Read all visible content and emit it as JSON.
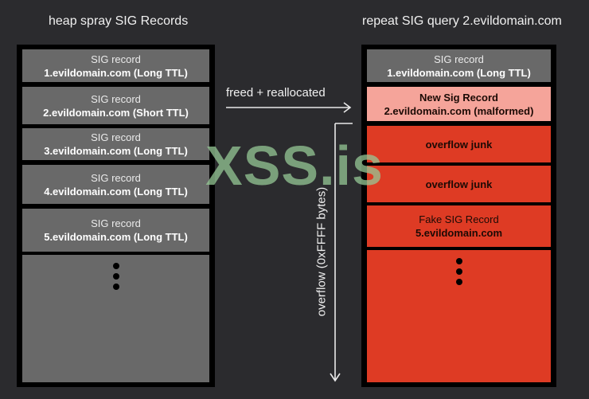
{
  "left": {
    "title": "heap spray SIG Records",
    "records": [
      {
        "line1": "SIG record",
        "line2": "1.evildomain.com (Long TTL)"
      },
      {
        "line1": "SIG record",
        "line2": "2.evildomain.com (Short TTL)"
      },
      {
        "line1": "SIG record",
        "line2": "3.evildomain.com (Long TTL)"
      },
      {
        "line1": "SIG record",
        "line2": "4.evildomain.com (Long TTL)"
      },
      {
        "line1": "SIG record",
        "line2": "5.evildomain.com (Long TTL)"
      }
    ]
  },
  "right": {
    "title": "repeat SIG query 2.evildomain.com",
    "record1": {
      "line1": "SIG record",
      "line2": "1.evildomain.com (Long TTL)"
    },
    "new_record": {
      "line1": "New Sig Record",
      "line2": "2.evildomain.com (malformed)"
    },
    "junk1": "overflow junk",
    "junk2": "overflow junk",
    "fake": {
      "line1": "Fake SIG Record",
      "line2": "5.evildomain.com"
    }
  },
  "arrows": {
    "realloc_label": "freed + reallocated",
    "overflow_label": "overflow (0xFFFF bytes)"
  },
  "watermark": "XSS.is",
  "colors": {
    "background": "#2b2b2e",
    "record_gray": "#696969",
    "overflow_red": "#de3b24",
    "malformed_pink": "#f5a49a"
  }
}
